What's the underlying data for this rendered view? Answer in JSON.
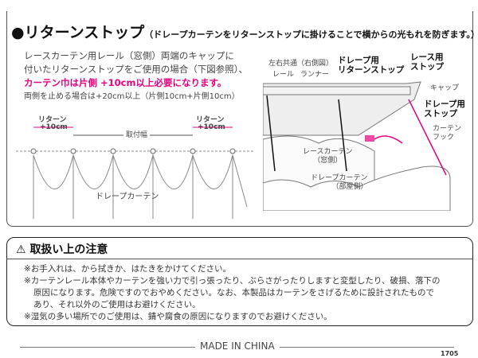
{
  "header": {
    "title": "●リターンストップ",
    "subtitle": "（ドレープカーテンをリターンストップに掛けることで横からの光もれを防ぎます。）"
  },
  "description": {
    "line1": "レースカーテン用レール（窓側）両端のキャップに",
    "line2": "付いたリターンストップをご使用の場合（下図参照）、",
    "highlight": "カーテン巾は片側 +10cm以上必要になります。",
    "note": "両側を止める場合は+20cm以上（片側10cm+片側10cm）"
  },
  "left_diagram": {
    "return_left": "リターン",
    "plus_left": "+10cm",
    "width_label": "取付幅",
    "return_right": "リターン",
    "plus_right": "+10cm",
    "curtain": "ドレープカーテン"
  },
  "right_diagram": {
    "common": "左右共通（右側図）",
    "rail": "レール",
    "runner": "ランナー",
    "drape_return_stop_1": "ドレープ用",
    "drape_return_stop_2": "リターンストップ",
    "lace_stop_1": "レース用",
    "lace_stop_2": "ストップ",
    "cap": "キャップ",
    "drape_stop_1": "ドレープ用",
    "drape_stop_2": "ストップ",
    "hook_1": "カーテン",
    "hook_2": "フック",
    "lace_curtain_1": "レースカーテン",
    "lace_curtain_2": "（窓側）",
    "drape_curtain_1": "ドレープカーテン",
    "drape_curtain_2": "（部屋側）"
  },
  "caution": {
    "title": "取扱い上の注意",
    "notes": [
      "※お手入れは、から拭きか、はたきをかけてください。",
      "※カーテンレール本体やカーテンを強い力で引っ張ったり、ぶらさがったりしますと変型したり、破損、落下の",
      "原因になります。危険ですのでおやめください。なお、本製品はカーテンをさげるために設計されたもので",
      "あり、それ以外のご使用はお避けください。",
      "※湿気の多い場所でのご使用は、錆や腐食の原因になりますのでお避けください。"
    ]
  },
  "footer": {
    "made_in": "MADE IN CHINA",
    "code": "1705"
  },
  "colors": {
    "accent": "#e4007f"
  }
}
